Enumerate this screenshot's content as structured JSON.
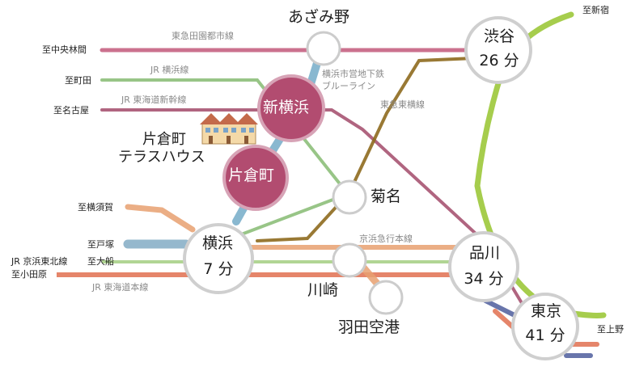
{
  "colors": {
    "den_en_toshi": "#c2587a",
    "yokohama_line": "#8dbf7a",
    "tokaido_shinkansen": "#a24a6a",
    "tokyu_toyoko": "#8e6a1e",
    "keikyu": "#e8a070",
    "tokaido_main": "#e07050",
    "keihin_tohoku": "#a8d088",
    "yokosuka": "#89b0c8",
    "blue_line": "#89b8d0",
    "yamanote_green": "#9cc83a",
    "highlight_station": "#b24c70"
  },
  "lines": {
    "den_en_toshi": "東急田園都市線",
    "yokohama_line": "JR 横浜線",
    "tokaido_shinkansen": "JR 東海道新幹線",
    "blue_line": [
      "横浜市営地下鉄",
      "ブルーライン"
    ],
    "tokyu_toyoko": "東急東横線",
    "keikyu": "京浜急行本線",
    "tokaido_main": "JR 東海道本線"
  },
  "destinations": {
    "chuo_rinkan": "至中央林間",
    "machida": "至町田",
    "nagoya": "至名古屋",
    "yokosuka": "至横須賀",
    "totsuka": "至戸塚",
    "ofuna": "至大船",
    "keihin_tohoku_line": "JR 京浜東北線",
    "odawara": "至小田原",
    "shinjuku": "至新宿",
    "ueno": "至上野"
  },
  "stations": {
    "azamino": {
      "name": "あざみ野"
    },
    "shibuya": {
      "name": "渋谷",
      "minutes": "26 分"
    },
    "shin_yokohama": {
      "name": "新横浜"
    },
    "katakuramachi": {
      "name": "片倉町"
    },
    "kikuna": {
      "name": "菊名"
    },
    "yokohama": {
      "name": "横浜",
      "minutes": "7 分"
    },
    "shinagawa": {
      "name": "品川",
      "minutes": "34 分"
    },
    "kawasaki": {
      "name": "川崎"
    },
    "haneda": {
      "name": "羽田空港"
    },
    "tokyo": {
      "name": "東京",
      "minutes": "41 分"
    }
  },
  "property": {
    "name_line1": "片倉町",
    "name_line2": "テラスハウス",
    "icon": "house-icon"
  }
}
